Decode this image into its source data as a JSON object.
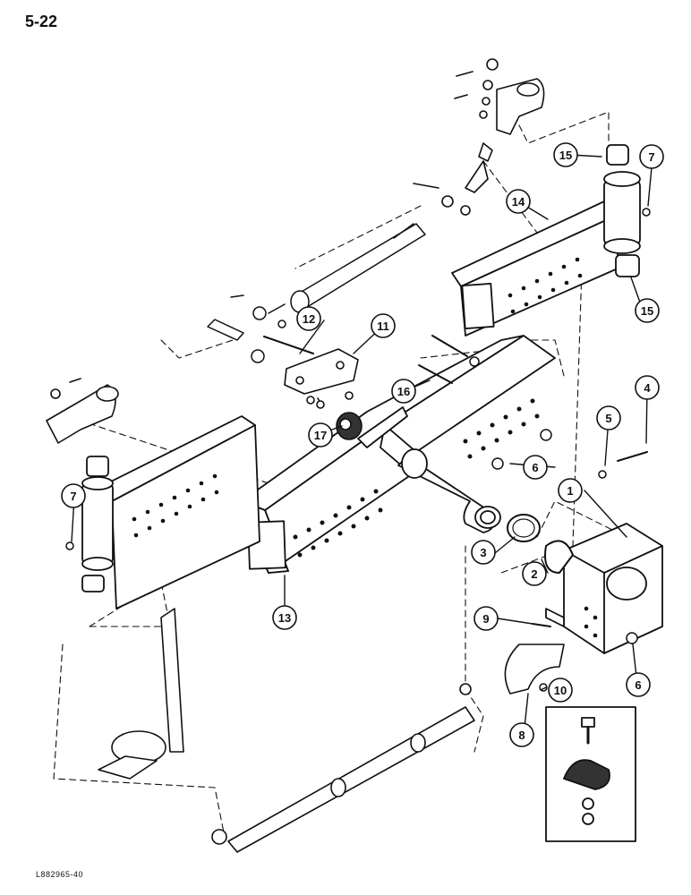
{
  "page_number": "5-22",
  "figure_code": "L882965-40",
  "callouts": [
    {
      "id": "1",
      "label": "1"
    },
    {
      "id": "2",
      "label": "2"
    },
    {
      "id": "3",
      "label": "3"
    },
    {
      "id": "4",
      "label": "4"
    },
    {
      "id": "5",
      "label": "5"
    },
    {
      "id": "6a",
      "label": "6"
    },
    {
      "id": "6b",
      "label": "6"
    },
    {
      "id": "7a",
      "label": "7"
    },
    {
      "id": "7b",
      "label": "7"
    },
    {
      "id": "8",
      "label": "8"
    },
    {
      "id": "9",
      "label": "9"
    },
    {
      "id": "10",
      "label": "10"
    },
    {
      "id": "11",
      "label": "11"
    },
    {
      "id": "12",
      "label": "12"
    },
    {
      "id": "13",
      "label": "13"
    },
    {
      "id": "14",
      "label": "14"
    },
    {
      "id": "15a",
      "label": "15"
    },
    {
      "id": "15b",
      "label": "15"
    },
    {
      "id": "16",
      "label": "16"
    },
    {
      "id": "17",
      "label": "17"
    }
  ]
}
